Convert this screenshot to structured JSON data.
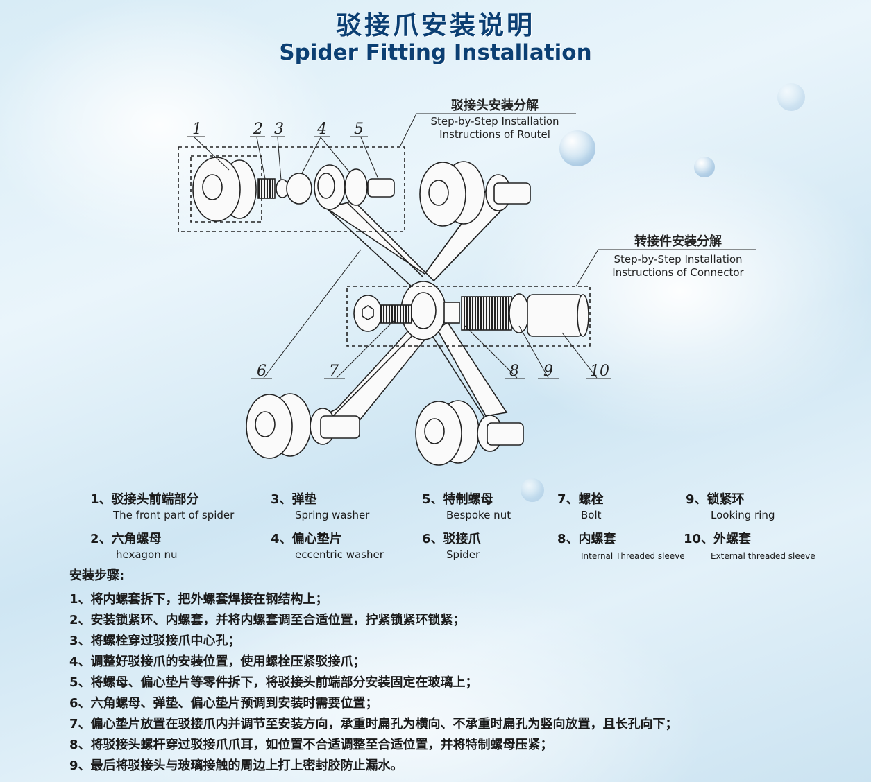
{
  "title": {
    "cn": "驳接爪安装说明",
    "en": "Spider Fitting Installation"
  },
  "callouts": {
    "routel": {
      "cn": "驳接头安装分解",
      "en_line1": "Step-by-Step Installation",
      "en_line2": "Instructions of Routel"
    },
    "connector": {
      "cn": "转接件安装分解",
      "en_line1": "Step-by-Step Installation",
      "en_line2": "Instructions of Connector"
    }
  },
  "part_numbers": [
    "1",
    "2",
    "3",
    "4",
    "5",
    "6",
    "7",
    "8",
    "9",
    "10"
  ],
  "legend": [
    {
      "cn": "1、驳接头前端部分",
      "en": "The front part of spider"
    },
    {
      "cn": "2、六角螺母",
      "en": "hexagon nu"
    },
    {
      "cn": "3、弹垫",
      "en": "Spring washer"
    },
    {
      "cn": "4、偏心垫片",
      "en": "eccentric washer"
    },
    {
      "cn": "5、特制螺母",
      "en": "Bespoke nut"
    },
    {
      "cn": "6、驳接爪",
      "en": "Spider"
    },
    {
      "cn": "7、螺栓",
      "en": "Bolt"
    },
    {
      "cn": "8、内螺套",
      "en": "Internal Threaded sleeve"
    },
    {
      "cn": "9、锁紧环",
      "en": "Looking ring"
    },
    {
      "cn": "10、外螺套",
      "en": "External threaded sleeve"
    }
  ],
  "steps": {
    "heading": "安装步骤:",
    "items": [
      "1、将内螺套拆下，把外螺套焊接在钢结构上；",
      "2、安装锁紧环、内螺套，并将内螺套调至合适位置，拧紧锁紧环锁紧；",
      "3、将螺栓穿过驳接爪中心孔；",
      "4、调整好驳接爪的安装位置，使用螺栓压紧驳接爪；",
      "5、将螺母、偏心垫片等零件拆下，将驳接头前端部分安装固定在玻璃上；",
      "6、六角螺母、弹垫、偏心垫片预调到安装时需要位置；",
      "7、偏心垫片放置在驳接爪内并调节至安装方向，承重时扁孔为横向、不承重时扁孔为竖向放置，且长孔向下；",
      "8、将驳接头螺杆穿过驳接爪爪耳，如位置不合适调整至合适位置，并将特制螺母压紧；",
      "9、最后将驳接头与玻璃接触的周边上打上密封胶防止漏水。"
    ]
  }
}
